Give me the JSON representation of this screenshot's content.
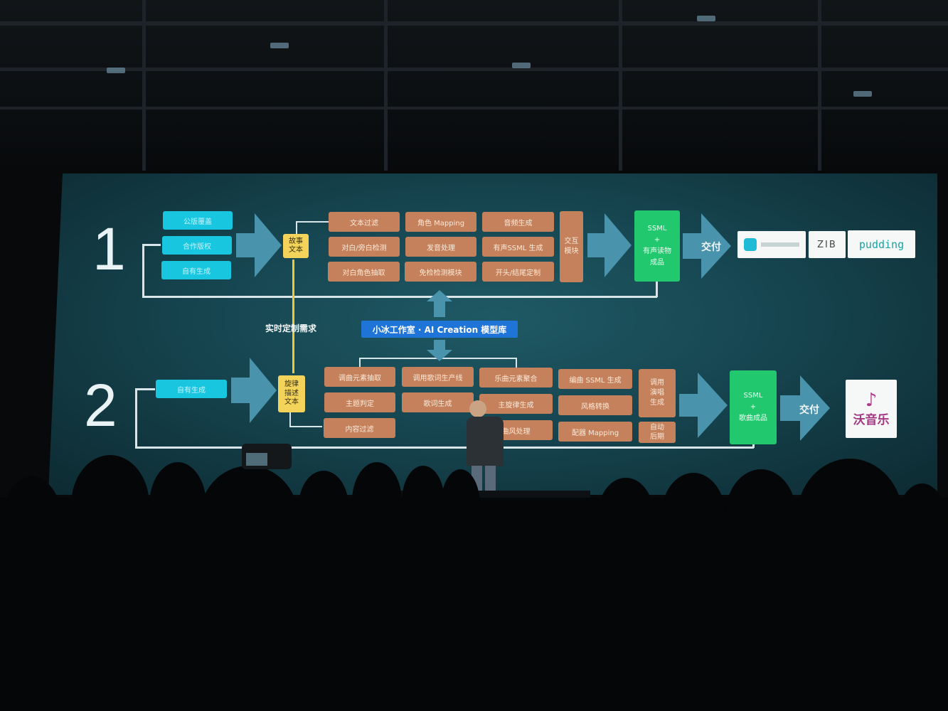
{
  "row1": {
    "number": "1",
    "sources": [
      "公版覆盖",
      "合作版权",
      "自有生成"
    ],
    "story_box": "故事\n文本",
    "modules": [
      [
        "文本过滤",
        "角色 Mapping",
        "音频生成"
      ],
      [
        "对白/旁白检测",
        "发音处理",
        "有声SSML 生成"
      ],
      [
        "对白角色抽取",
        "免检检测模块",
        "开头/结尾定制"
      ]
    ],
    "interact": "交互\n模块",
    "output": {
      "line1": "SSML",
      "line2": "+",
      "line3": "有声读物",
      "line4": "成品"
    },
    "deliver": "交付",
    "partner_logos": [
      "ZIB",
      "pudding"
    ]
  },
  "middle": {
    "realtime_label": "实时定制需求",
    "hub_label": "小冰工作室 · AI Creation 模型库"
  },
  "row2": {
    "number": "2",
    "sources": [
      "自有生成"
    ],
    "melody_box": "旋律\n描述\n文本",
    "modules": [
      [
        "调曲元素抽取",
        "调用歌词生产线",
        "乐曲元素聚合",
        "编曲 SSML 生成"
      ],
      [
        "主题判定",
        "歌词生成",
        "主旋律生成",
        "风格转换"
      ],
      [
        "内容过滤",
        "",
        "曲风处理",
        "配器 Mapping"
      ]
    ],
    "side_modules": [
      "调用\n演唱\n生成",
      "自动\n后期"
    ],
    "output": {
      "line1": "SSML",
      "line2": "+",
      "line3": "歌曲成品"
    },
    "deliver": "交付",
    "partner_logo": "沃音乐"
  },
  "colors": {
    "cyan": "#19c6e0",
    "orange": "#c4815c",
    "yellow": "#f3d35a",
    "green": "#22c86e",
    "hub_blue": "#1f74d8",
    "screen_teal": "#174853"
  },
  "icons": [
    "chevron-right-icon",
    "camera-icon"
  ]
}
